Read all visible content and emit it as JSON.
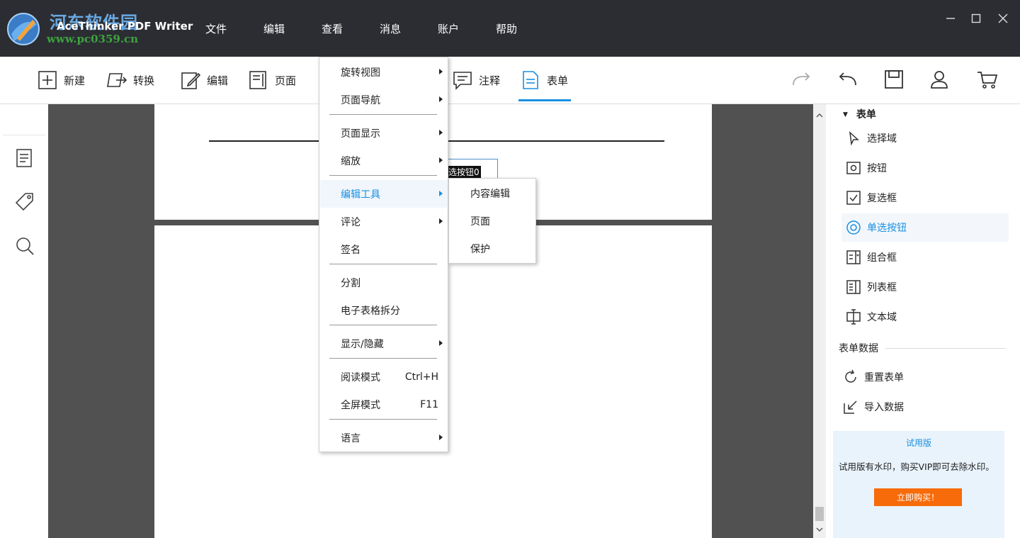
{
  "watermark": {
    "title": "河东软件园",
    "url": "www.pc0359.cn"
  },
  "app": {
    "title": "AceThinker PDF Writer"
  },
  "menubar": [
    {
      "id": "file",
      "label": "文件"
    },
    {
      "id": "edit",
      "label": "编辑"
    },
    {
      "id": "view",
      "label": "查看"
    },
    {
      "id": "message",
      "label": "消息"
    },
    {
      "id": "account",
      "label": "账户"
    },
    {
      "id": "help",
      "label": "帮助"
    }
  ],
  "window_controls": {
    "minimize": "—",
    "maximize": "☐",
    "close": "✕"
  },
  "toolbar": {
    "new": "新建",
    "convert": "转换",
    "edit": "编辑",
    "page": "页面",
    "comment": "注释",
    "form": "表单",
    "active_tab": "表单",
    "accent": "#1a8fe0"
  },
  "document": {
    "radio_tag": "选按钮0"
  },
  "view_menu": {
    "items": [
      {
        "label": "旋转视图",
        "submenu": true
      },
      {
        "label": "页面导航",
        "submenu": true
      },
      {
        "separator": true
      },
      {
        "label": "页面显示",
        "submenu": true
      },
      {
        "label": "缩放",
        "submenu": true
      },
      {
        "separator": true
      },
      {
        "label": "编辑工具",
        "submenu": true,
        "highlighted": true
      },
      {
        "label": "评论",
        "submenu": true
      },
      {
        "label": "签名"
      },
      {
        "separator": true
      },
      {
        "label": "分割"
      },
      {
        "label": "电子表格拆分"
      },
      {
        "separator": true
      },
      {
        "label": "显示/隐藏",
        "submenu": true
      },
      {
        "separator": true
      },
      {
        "label": "阅读模式",
        "shortcut": "Ctrl+H"
      },
      {
        "label": "全屏模式",
        "shortcut": "F11"
      },
      {
        "separator": true
      },
      {
        "label": "语言",
        "submenu": true
      }
    ]
  },
  "edit_tools_submenu": {
    "items": [
      {
        "label": "内容编辑"
      },
      {
        "label": "页面"
      },
      {
        "label": "保护"
      }
    ]
  },
  "right_panel": {
    "header": "表单",
    "form_items": [
      {
        "label": "选择域",
        "icon": "cursor-icon"
      },
      {
        "label": "按钮",
        "icon": "button-field-icon"
      },
      {
        "label": "复选框",
        "icon": "checkbox-icon"
      },
      {
        "label": "单选按钮",
        "icon": "radio-icon",
        "selected": true
      },
      {
        "label": "组合框",
        "icon": "combobox-icon"
      },
      {
        "label": "列表框",
        "icon": "listbox-icon"
      },
      {
        "label": "文本域",
        "icon": "textfield-icon"
      }
    ],
    "data_section": "表单数据",
    "data_items": [
      {
        "label": "重置表单",
        "icon": "reset-icon"
      },
      {
        "label": "导入数据",
        "icon": "import-icon"
      }
    ],
    "trial": {
      "title": "试用版",
      "text": "试用版有水印，购买VIP即可去除水印。",
      "buy_label": "立即购买！",
      "buy_color": "#f76b0a"
    }
  }
}
